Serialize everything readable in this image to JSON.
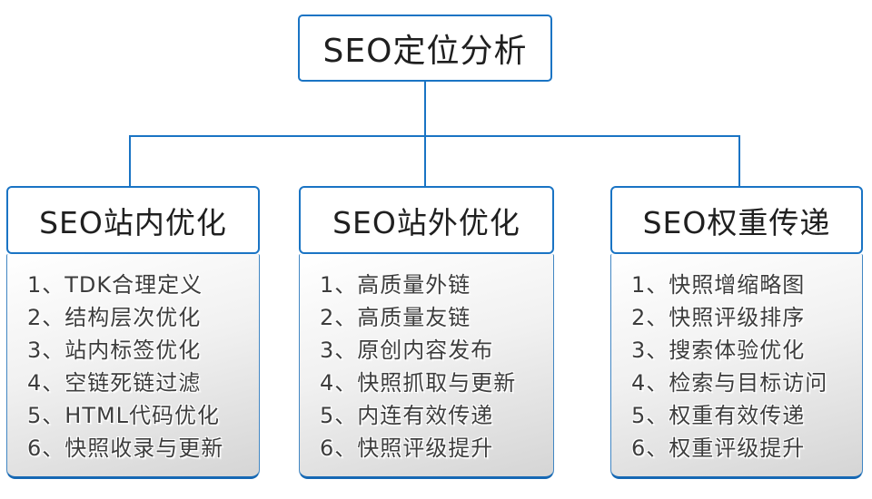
{
  "root": {
    "title": "SEO定位分析"
  },
  "columns": [
    {
      "title": "SEO站内优化",
      "items": [
        "1、TDK合理定义",
        "2、结构层次优化",
        "3、站内标签优化",
        "4、空链死链过滤",
        "5、HTML代码优化",
        "6、快照收录与更新"
      ]
    },
    {
      "title": "SEO站外优化",
      "items": [
        "1、高质量外链",
        "2、高质量友链",
        "3、原创内容发布",
        "4、快照抓取与更新",
        "5、内连有效传递",
        "6、快照评级提升"
      ]
    },
    {
      "title": "SEO权重传递",
      "items": [
        "1、快照增缩略图",
        "2、快照评级排序",
        "3、搜索体验优化",
        "4、检索与目标访问",
        "5、权重有效传递",
        "6、权重评级提升"
      ]
    }
  ],
  "colors": {
    "connector_blue": "#1a74c4",
    "list_bottom_blue": "#1668b4",
    "list_side_blue": "#4186c3",
    "header_text": "#1f1f1f",
    "item_text": "#3d3d3d",
    "list_gradient_top": "#ffffff",
    "list_gradient_bottom": "#d5d5d5"
  }
}
